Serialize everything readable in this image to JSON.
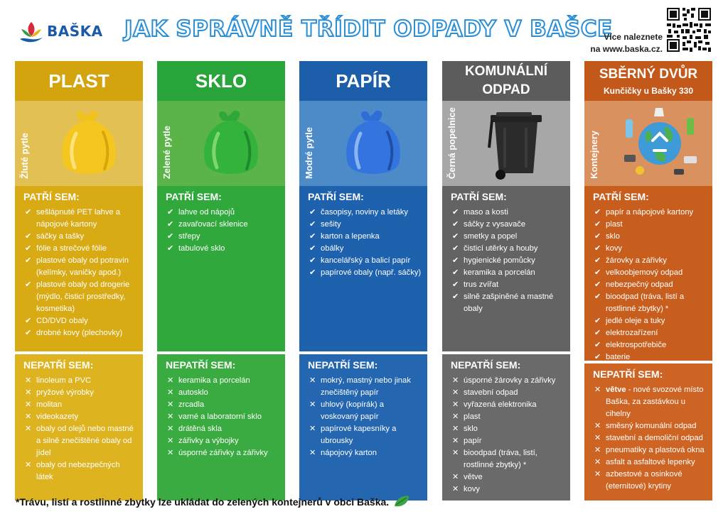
{
  "brand": {
    "name": "BAŠKA"
  },
  "title": "JAK SPRÁVNĚ TŘÍDIT ODPADY V BAŠCE",
  "more_info": {
    "line1": "Více naleznete",
    "line2": "na www.baska.cz."
  },
  "labels": {
    "belongs": "PATŘÍ SEM:",
    "not_belongs": "NEPATŘÍ SEM:"
  },
  "columns": [
    {
      "id": "plast",
      "name": "PLAST",
      "container": "Žluté pytle",
      "colors": {
        "head": "#d4a40e",
        "band": "#e3c053",
        "yes": "#d8aa13",
        "no": "#ddb31f"
      },
      "yes": [
        "sešlápnuté PET lahve a nápojové kartony",
        "sáčky a tašky",
        "fólie a strečové fólie",
        "plastové obaly od potravin (kelímky, vaničky apod.)",
        "plastové obaly od drogerie (mýdlo, čisticí prostředky, kosmetika)",
        "CD/DVD obaly",
        "drobné kovy (plechovky)"
      ],
      "no": [
        "linoleum a PVC",
        "pryžové výrobky",
        "molitan",
        "videokazety",
        "obaly od olejů nebo mastné a silně znečištěné obaly od jídel",
        "obaly od nebezpečných látek"
      ]
    },
    {
      "id": "sklo",
      "name": "SKLO",
      "container": "Zelené pytle",
      "colors": {
        "head": "#29a43a",
        "band": "#5ab448",
        "yes": "#30a83c",
        "no": "#3aab40"
      },
      "yes": [
        "lahve od nápojů",
        "zavařovací sklenice",
        "střepy",
        "tabulové sklo"
      ],
      "no": [
        "keramika a porcelán",
        "autosklo",
        "zrcadla",
        "varné a laboratorní sklo",
        "drátěná skla",
        "zářivky a výbojky",
        "úsporné zářivky a zářivky"
      ]
    },
    {
      "id": "papir",
      "name": "PAPÍR",
      "container": "Modré pytle",
      "colors": {
        "head": "#1c5ea9",
        "band": "#4d8ac8",
        "yes": "#1e61ac",
        "no": "#2466b0"
      },
      "yes": [
        "časopisy, noviny a letáky",
        "sešity",
        "karton a lepenka",
        "obálky",
        "kancelářský a balicí papír",
        "papírové obaly (např. sáčky)"
      ],
      "no": [
        "mokrý, mastný nebo jinak znečištěný papír",
        "uhlový (kopírák) a voskovaný papír",
        "papírové kapesníky a ubrousky",
        "nápojový karton"
      ]
    },
    {
      "id": "komunal",
      "name": "KOMUNÁLNÍ ODPAD",
      "container": "Černá popelnice",
      "colors": {
        "head": "#5c5c5c",
        "band": "#a7a7a7",
        "yes": "#636363",
        "no": "#6a6a6a"
      },
      "yes": [
        "maso a kosti",
        "sáčky z vysavače",
        "smetky a popel",
        "čisticí utěrky a houby",
        "hygienické pomůcky",
        "keramika a porcelán",
        "trus zvířat",
        "silně zašpiněné a mastné obaly"
      ],
      "no": [
        "úsporné žárovky a zářivky",
        "stavební odpad",
        "vyřazená elektronika",
        "plast",
        "sklo",
        "papír",
        "bioodpad (tráva, listí, rostlinné zbytky) *",
        "větve",
        "kovy"
      ]
    },
    {
      "id": "sberny",
      "name": "SBĚRNÝ DVŮR",
      "subtitle": "Kunčičky u Bašky 330",
      "container": "Kontejnery",
      "colors": {
        "head": "#c2581a",
        "band": "#d9925f",
        "yes": "#c85e1d",
        "no": "#cd6424"
      },
      "yes": [
        "papír a nápojové kartony",
        "plast",
        "sklo",
        "kovy",
        "žárovky a zářivky",
        "velkoobjemový odpad",
        "nebezpečný odpad",
        "bioodpad (tráva, listí a rostlinné zbytky) *",
        "jedlé oleje a tuky",
        "elektrozařízení",
        "elektrospotřebiče",
        "baterie"
      ],
      "no_bold": "větve",
      "no_first": " - nové svozové místo Baška, za zastávkou u cihelny",
      "no": [
        "směsný komunální odpad",
        "stavební a demoliční odpad",
        "pneumatiky a plastová okna",
        "asfalt a asfaltové lepenky",
        "azbestové a osinkové (eternitové) krytiny"
      ]
    }
  ],
  "footnote": "*Trávu, listí a rostlinné zbytky lze ukládat do zelených kontejnerů v obci Baška."
}
